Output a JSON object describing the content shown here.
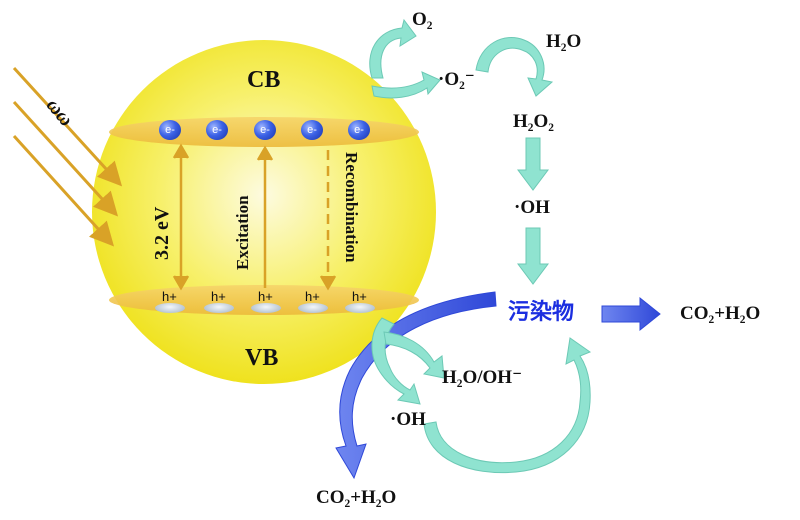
{
  "photon_label": "ωω",
  "band_labels": {
    "cb": "CB",
    "vb": "VB"
  },
  "band_gap": "3.2 eV",
  "process_labels": {
    "excitation": "Excitation",
    "recombination": "Recombination"
  },
  "particles": {
    "electron": "e-",
    "hole": "h+"
  },
  "species": {
    "o2": "O₂",
    "superoxide": "·O₂⁻",
    "water_top": "H₂O",
    "h2o2": "H₂O₂",
    "oh_top": "·OH",
    "pollutant": "污染物",
    "products_right": "CO₂+H₂O",
    "water_hydroxide": "H₂O/OH⁻",
    "oh_bottom": "·OH",
    "products_bottom": "CO₂+H₂O"
  },
  "colors": {
    "particle_sphere": "#f2ea30",
    "band": "#f0c64a",
    "photon_arrow": "#d9a227",
    "cyan_arrow": "#8fe3d0",
    "blue_arrow": "#3b55e0",
    "pollutant_text": "#1b2ee0"
  }
}
